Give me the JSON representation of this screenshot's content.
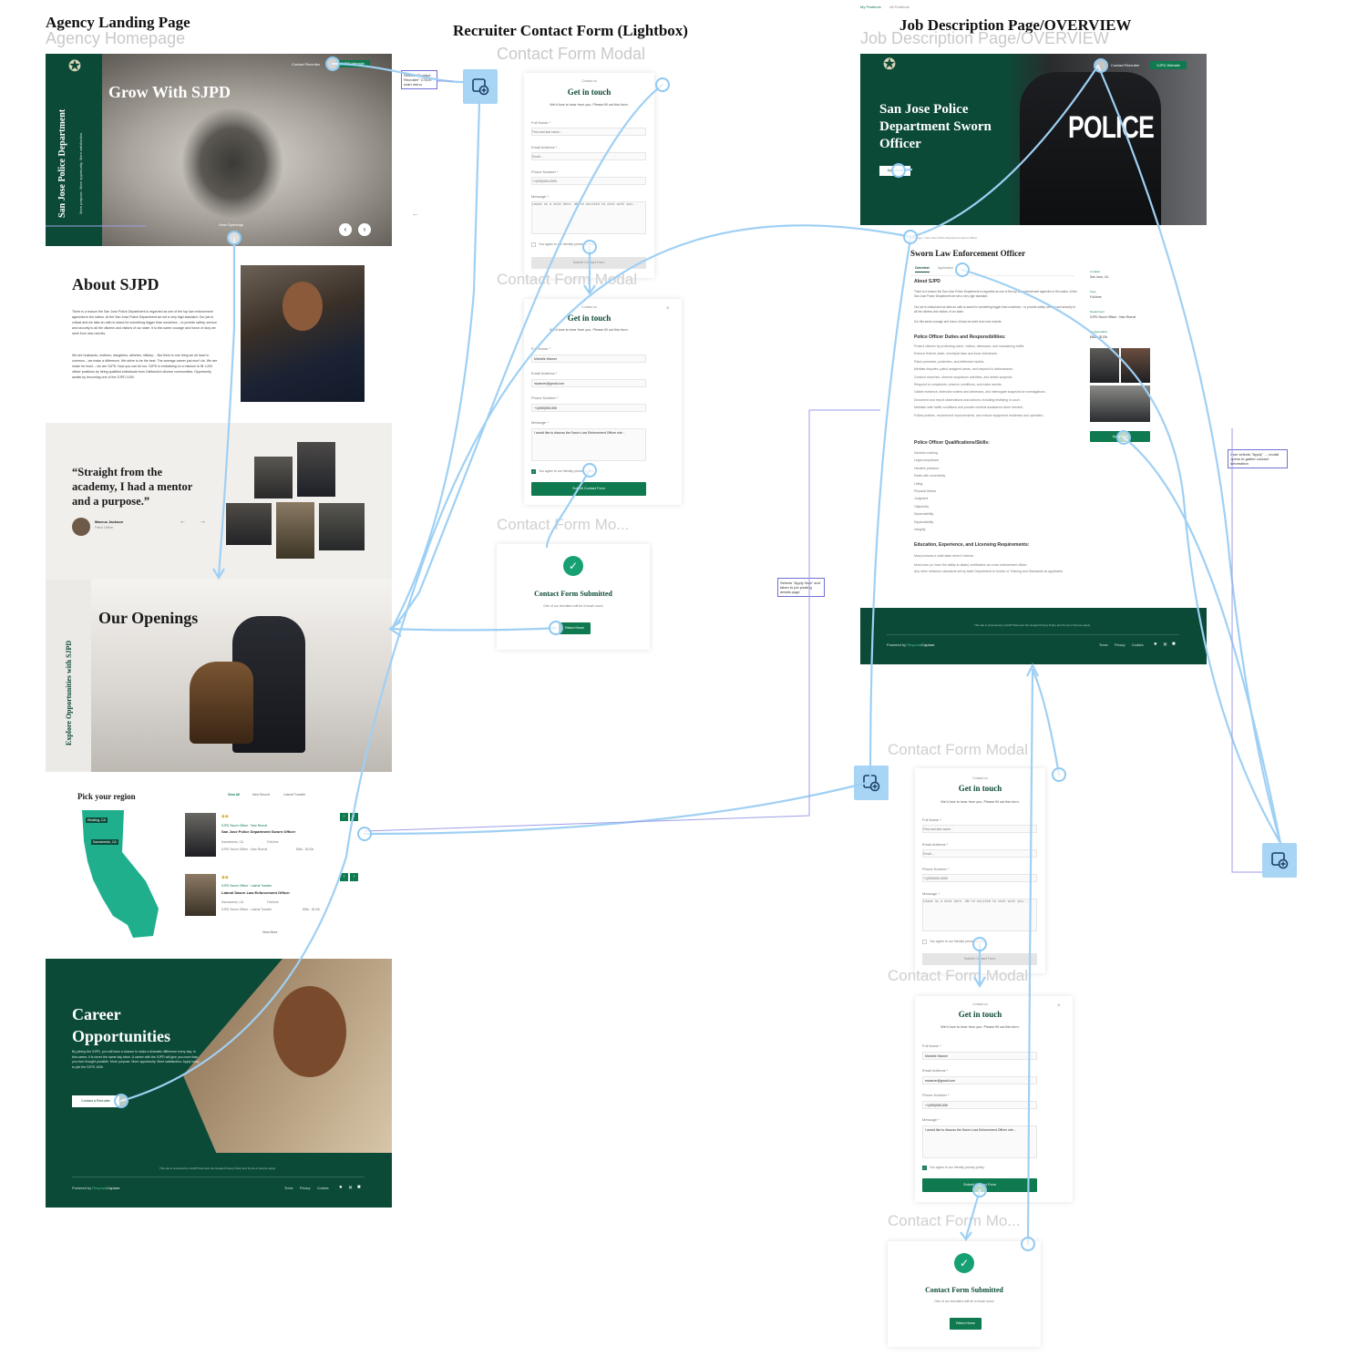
{
  "frames": {
    "landing": {
      "title": "Agency Landing Page",
      "subtitle": "Agency Homepage"
    },
    "contact": {
      "title": "Recruiter Contact Form (Lightbox)",
      "subtitle": "Contact Form Modal"
    },
    "job": {
      "title": "Job Description Page/OVERVIEW",
      "subtitle": "Job Description Page/OVERVIEW"
    }
  },
  "landing": {
    "nav": {
      "contact": "Contact Recruiter",
      "website": "SJPD Website"
    },
    "vertical_title": "San Jose Police Department",
    "vertical_sub": "More purpose. More opportunity. More satisfaction.",
    "hero_title": "Grow With SJPD",
    "view_openings": "View Openings",
    "about_title": "About SJPD",
    "about_p1": "There is a reason the San Jose Police Department is regarded as one of the top law enforcement agencies in the nation. At the San Jose Police Department we set a very high standard. Our job is critical and we take an oath to stand for something bigger than ourselves – to provide safety, service and security to all the citizens and visitors of our state. It is this same courage and honor of duty we seek from new recruits.",
    "about_p2": "We are husbands, mothers, daughters, athletes, military… But there is one thing we all have in common – we make a difference. We strive to be the best. The average career just won't do. We are made for more – we are SJPD. Now you can be too. SJPD is embarking on a mission to fill 1,000 officer positions by hiring qualified individuals from California's diverse communities. Opportunity awaits by becoming one of the SJPD 1000.",
    "quote": "“Straight from the academy, I had a mentor and a purpose.”",
    "author_name": "Marcus Jackson",
    "author_role": "Patrol Officer",
    "openings_title": "Our Openings",
    "openings_vertical": "Explore Opportunities with SJPD",
    "region_title": "Pick your region",
    "filters": [
      "View All",
      "New Recruit",
      "Lateral Transfer"
    ],
    "map_tags": [
      "Redding, CA",
      "Sacramento, CA"
    ],
    "jobs": [
      {
        "tags": "SJPD Sworn Officer · New Recruit",
        "title": "San Jose Police Department Sworn Officer",
        "location": "Sacramento, CA",
        "type": "Full-time",
        "category": "SJPD Sworn Officer - New Recruit",
        "salary": "$64k - $120k"
      },
      {
        "tags": "SJPD Sworn Officer · Lateral Transfer",
        "title": "Lateral Sworn Law Enforcement Officer",
        "location": "Sacramento, CA",
        "type": "Full-time",
        "category": "SJPD Sworn Officer - Lateral Transfer",
        "salary": "$94k - $120k"
      }
    ],
    "view_more": "View More",
    "career_title": "Career Opportunities",
    "career_text": "By joining the SJPD, you will have a chance to make a dramatic difference every day. In this career, it is never the same day twice. A career with the SJPD will give you more than you ever thought possible. More purpose. More opportunity. More satisfaction. Apply today to join the SJPD 1000.",
    "career_button": "Contact a Recruiter",
    "footer_legal": "This site is protected by reCAPTCHA and the Google Privacy Policy and Terms of Service apply.",
    "footer_powered": "Powered by",
    "footer_brand_a": "Respond",
    "footer_brand_b": "Capture",
    "footer_links": [
      "Terms",
      "Privacy",
      "Cookies"
    ]
  },
  "notes": {
    "contact_cta": "Selects \"Contact Recruiter\" CTA in main menu",
    "apply_now": "Selects \"Apply Now\" and taken to job posting details page",
    "user_apply": "User selects \"Apply\" → modal opens to gather contact information"
  },
  "modal": {
    "eyebrow": "Contact us",
    "title": "Get in touch",
    "desc": "We'd love to hear from you. Please fill out this form.",
    "labels": [
      "Full Name *",
      "Email Address *",
      "Phone Number *",
      "Message *"
    ],
    "placeholders": [
      "First and last name...",
      "Email...",
      "+1(555)555-5555",
      "Leave us a note here. We're excited to chat with you..."
    ],
    "filled": [
      "Michelle Warner",
      "mwarner@gmail.com",
      "+1(555)555-555",
      "I would like to discuss the Sworn Law Enforcement Officer role..."
    ],
    "agree": "You agree to our friendly privacy policy.",
    "submit": "Submit Contact Form",
    "submitted_title": "Contact Form Submitted",
    "submitted_desc": "One of our recruiters will be in touch soon!",
    "return": "Return Home",
    "close": "×"
  },
  "section_labels": {
    "modal": "Contact Form Modal",
    "modal_short": "Contact Form Mo..."
  },
  "job": {
    "top_tabs": [
      "My Positions",
      "All Positions"
    ],
    "nav": {
      "contact": "Contact Recruiter",
      "website": "SJPD Website"
    },
    "hero_title": "San Jose Police Department Sworn Officer",
    "apply": "Apply Now",
    "police": "POLICE",
    "breadcrumb": "Openings  >  San Jose Police Department Sworn Officer",
    "title": "Sworn Law Enforcement Officer",
    "tabs": [
      "Overview",
      "Application"
    ],
    "about_h": "About SJPD",
    "about_p1": "There is a reason the San Jose Police Department is regarded as one of the top law enforcement agencies in the nation. At the San Jose Police Department we set a very high standard.",
    "about_p2": "Our job is critical and we take an oath to stand for something bigger than ourselves – to provide safety, service and security to all the citizens and visitors of our state.",
    "about_p3": "It is this same courage and honor of duty we seek from new recruits.",
    "duties_h": "Police Officer Duties and Responsibilities:",
    "duties": [
      "Protect citizens by protecting crime, victims, witnesses, and maintaining traffic.",
      "Enforce federal, state, municipal laws and local ordinances.",
      "Patrol premises, protection, and defensive tactics.",
      "Mediate disputes, patrol assigned areas, and respond to disturbances.",
      "Conduct searches, observe suspicious activities, and detain suspects.",
      "Respond to complaints, observe conditions, and make arrests.",
      "Gather evidence, interview victims and witnesses, and interrogate suspects for investigations.",
      "Document and report observations and actions, including testifying in court.",
      "Maintain safe traffic conditions and provide medical assistance when needed.",
      "Follow policies, recommend improvements, and ensure equipment readiness and operation."
    ],
    "qual_h": "Police Officer Qualifications/Skills:",
    "quals": [
      "Decision making",
      "Legal compliance",
      "Handles pressure",
      "Deals with uncertainty",
      "Lifting",
      "Physical fitness",
      "Judgment",
      "Objectivity",
      "Dependability",
      "Dependability",
      "Integrity"
    ],
    "edu_h": "Education, Experience, and Licensing Requirements:",
    "edu": [
      "Must possess a valid state driver's license.",
      "Must have (or have the ability to attain) certification as a law enforcement officer.",
      "Any other minimum standards set by state Department of Justice or Training and Standards as applicable."
    ],
    "side": [
      {
        "k": "Location",
        "v": "San Jose, CA"
      },
      {
        "k": "Type",
        "v": "Full-time"
      },
      {
        "k": "Department",
        "v": "SJPD Sworn Officer - New Recruit"
      },
      {
        "k": "Compensation",
        "v": "$64k - $120k"
      }
    ],
    "side_apply": "Apply Now",
    "footer_legal": "This site is protected by reCAPTCHA and the Google Privacy Policy and Terms of Service apply.",
    "footer_powered": "Powered by",
    "footer_brand_a": "Respond",
    "footer_brand_b": "Capture",
    "footer_links": [
      "Terms",
      "Privacy",
      "Cookies"
    ]
  },
  "colors": {
    "brand_green": "#0c4a38",
    "accent_green": "#0f7a4f",
    "map_green": "#1faf8d",
    "wire_blue": "#8fc9f2",
    "note_border": "#6f6fd6"
  },
  "icons": [
    "sjpd-badge-icon",
    "arrow-left-icon",
    "arrow-right-icon",
    "add-modal-icon",
    "check-icon",
    "facebook-icon",
    "x-icon",
    "linkedin-icon"
  ]
}
